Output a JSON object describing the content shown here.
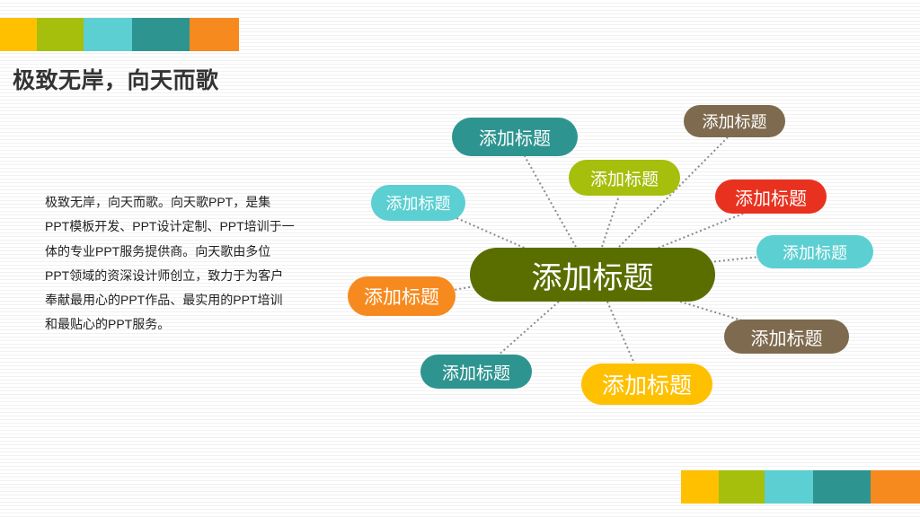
{
  "decor": {
    "top_bar_colors": [
      "#ffc000",
      "#a5bf0c",
      "#5bcfd2",
      "#2e9490",
      "#f78a1f"
    ],
    "bottom_bar_colors": [
      "#ffc000",
      "#a5bf0c",
      "#5bcfd2",
      "#2e9490",
      "#f78a1f"
    ]
  },
  "slide": {
    "title": "极致无岸，向天而歌",
    "body": "极致无岸，向天而歌。向天歌PPT，是集\nPPT模板开发、PPT设计定制、PPT培训于一\n体的专业PPT服务提供商。向天歌由多位\nPPT领域的资深设计师创立，致力于为客户\n奉献最用心的PPT作品、最实用的PPT培训\n和最贴心的PPT服务。"
  },
  "mindmap": {
    "center": {
      "label": "添加标题",
      "color": "#5a6e00"
    },
    "nodes": [
      {
        "label": "添加标题",
        "color": "#2e9490"
      },
      {
        "label": "添加标题",
        "color": "#7e6a4e"
      },
      {
        "label": "添加标题",
        "color": "#a5bf0c"
      },
      {
        "label": "添加标题",
        "color": "#5bcfd2"
      },
      {
        "label": "添加标题",
        "color": "#e8321f"
      },
      {
        "label": "添加标题",
        "color": "#5bcfd2"
      },
      {
        "label": "添加标题",
        "color": "#f78a1f"
      },
      {
        "label": "添加标题",
        "color": "#7e6a4e"
      },
      {
        "label": "添加标题",
        "color": "#2e9490"
      },
      {
        "label": "添加标题",
        "color": "#ffc000"
      }
    ]
  }
}
